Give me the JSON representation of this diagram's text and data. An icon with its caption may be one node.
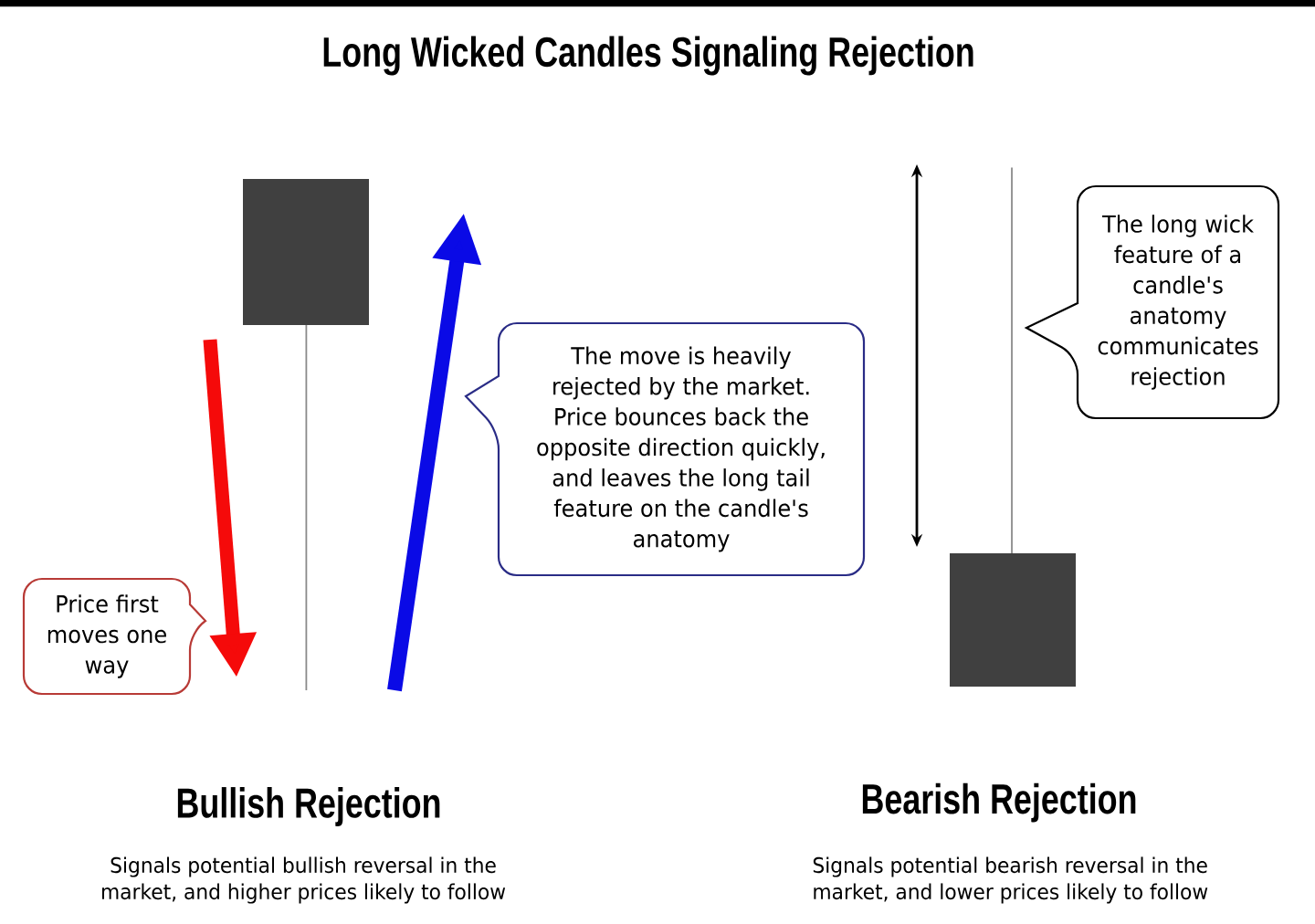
{
  "diagram": {
    "title": "Long Wicked Candles Signaling Rejection",
    "nodes": [
      {
        "text": [
          "Price first moves one way"
        ]
      },
      {
        "text": [
          "The move is heavily rejected by the market. Price bounces back the opposite direction quickly, and leaves the long tail feature on the candle's anatomy"
        ]
      },
      {
        "text": [
          "The long wick feature of a candle's anatomy communicates rejection"
        ]
      }
    ],
    "labels": [
      "Bullish Rejection",
      "Bearish Rejection",
      "Signals potential bullish reversal in the market, and higher prices likely to follow",
      "Signals potential bearish reversal in the market, and lower prices likely to follow"
    ]
  }
}
